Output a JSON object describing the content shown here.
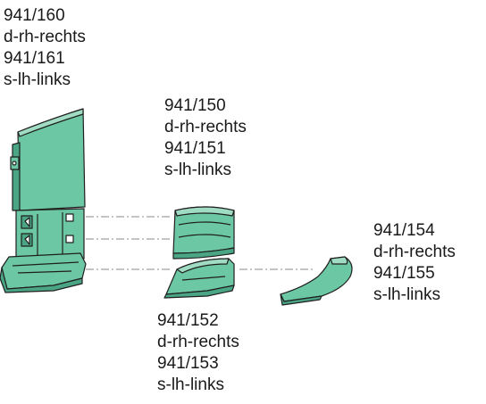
{
  "colors": {
    "part_fill": "#6cc7a4",
    "part_dark": "#4aa585",
    "part_light": "#9fdcc3",
    "outline": "#1f1f1f",
    "leader": "#8a8a8a"
  },
  "labels": {
    "main_assembly": [
      "941/160",
      "d-rh-rechts",
      "941/161",
      "s-lh-links"
    ],
    "upper_panel": [
      "941/150",
      "d-rh-rechts",
      "941/151",
      "s-lh-links"
    ],
    "tip_piece": [
      "941/154",
      "d-rh-rechts",
      "941/155",
      "s-lh-links"
    ],
    "lower_panel": [
      "941/152",
      "d-rh-rechts",
      "941/153",
      "s-lh-links"
    ]
  }
}
